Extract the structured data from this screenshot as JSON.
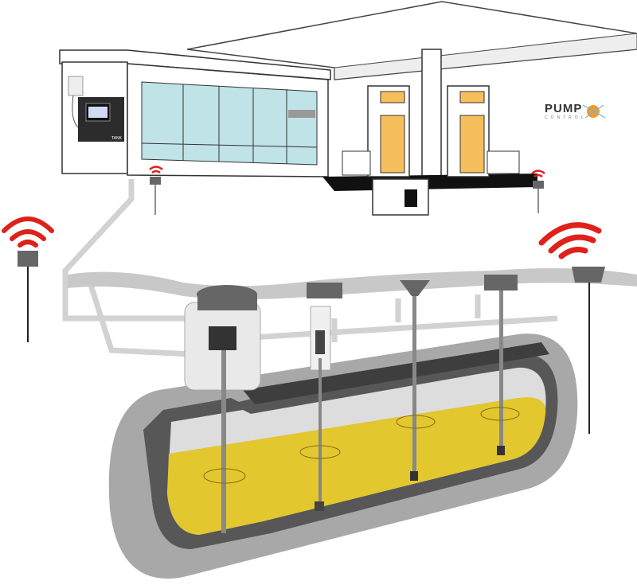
{
  "logo": {
    "main": "PUMP",
    "sub": "CONTROL"
  },
  "console_label": "TANK",
  "colors": {
    "fuel": "#e2c72f",
    "tank": "#a8a8a8",
    "tank_dark": "#575757",
    "signal": "#e0201b",
    "window": "#bfe3e6",
    "pump_panel": "#f7bf5c",
    "pipe": "#c8c8c8"
  },
  "icons": [
    "wireless-signal-icon",
    "probe-sensor-icon",
    "console-monitor-icon"
  ]
}
